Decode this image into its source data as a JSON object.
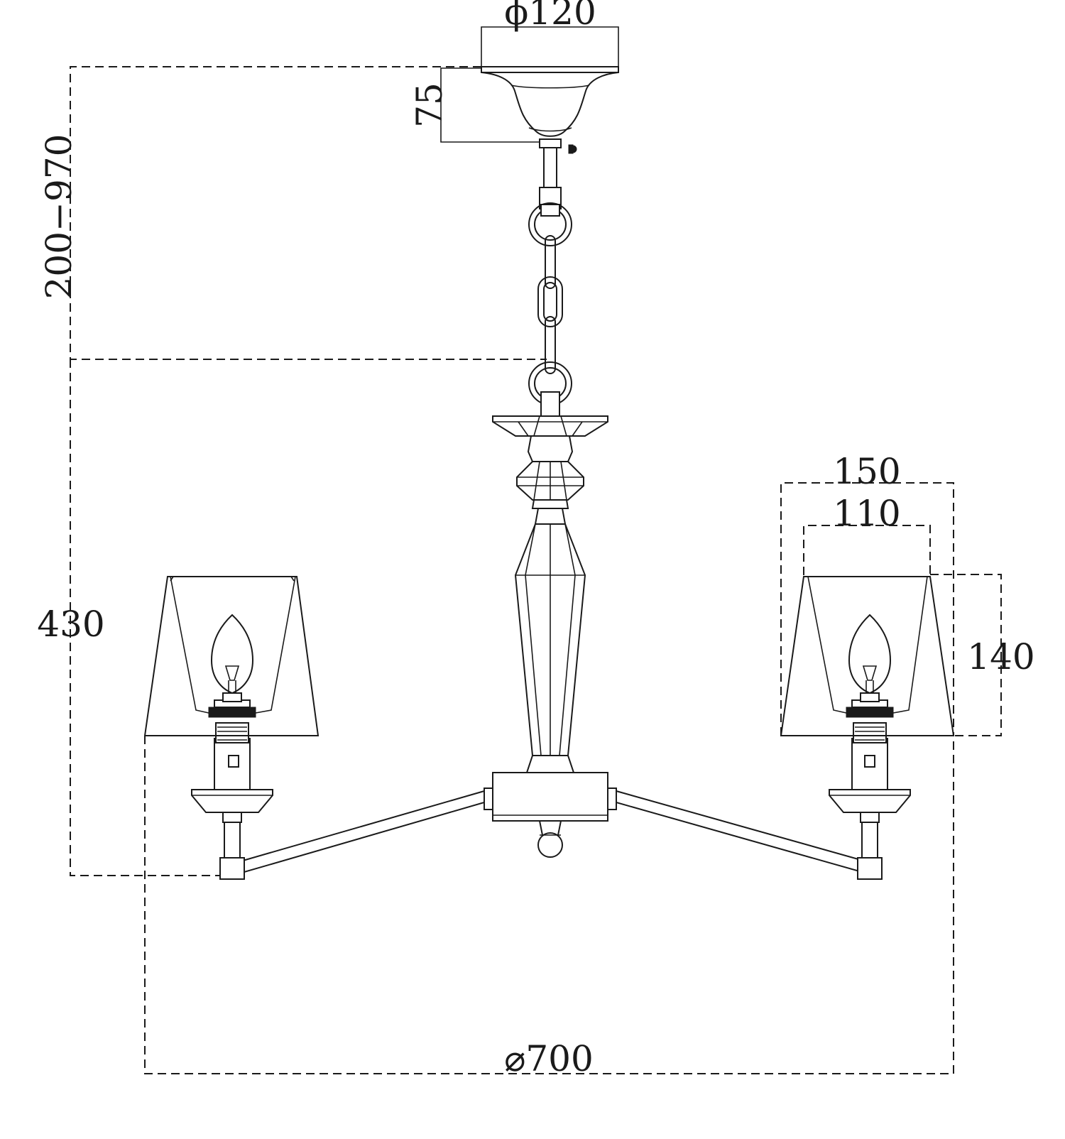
{
  "dimensions": {
    "canopy_diameter": "ϕ120",
    "canopy_height": "75",
    "chain_length": "200−970",
    "body_height": "430",
    "shade_top_width": "110",
    "shade_bottom_width": "150",
    "shade_height": "140",
    "overall_diameter": "⌀700"
  }
}
